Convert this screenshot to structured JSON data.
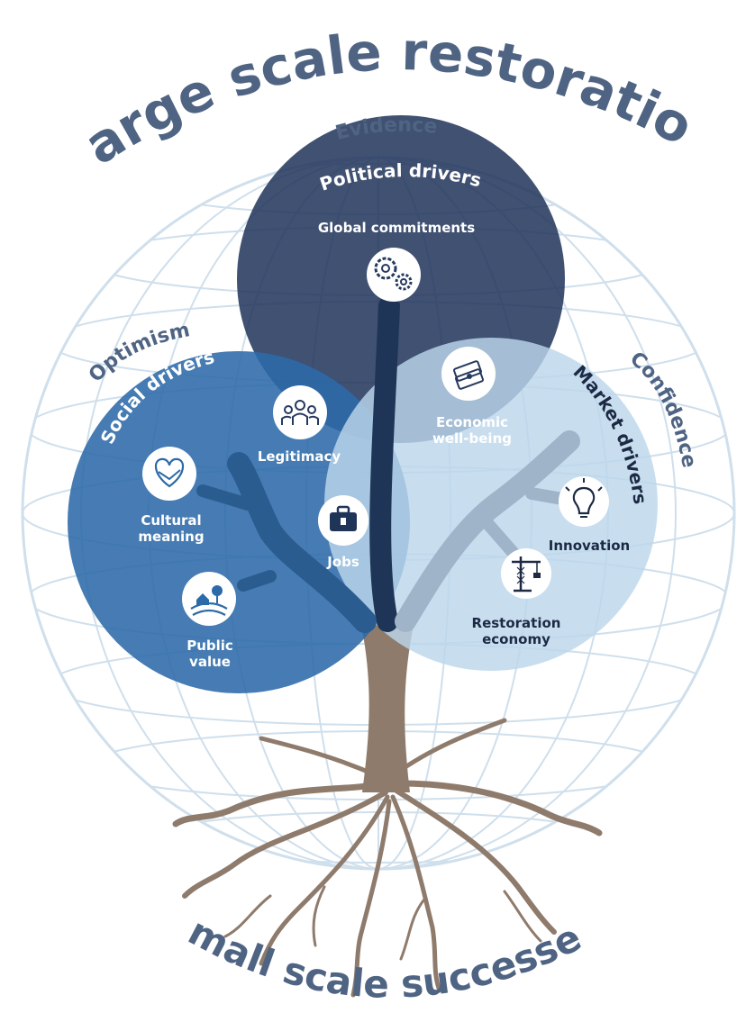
{
  "title_top": "Large scale restoration",
  "title_bottom": "Small scale successes",
  "qualities": {
    "top": "Evidence",
    "left": "Optimism",
    "right": "Confidence"
  },
  "circles": {
    "political": "Political drivers",
    "social": "Social drivers",
    "market": "Market drivers"
  },
  "nodes": {
    "global_commitments": "Global commitments",
    "legitimacy": "Legitimacy",
    "economic_line1": "Economic",
    "economic_line2": "well-being",
    "cultural_line1": "Cultural",
    "cultural_line2": "meaning",
    "jobs": "Jobs",
    "public_line1": "Public",
    "public_line2": "value",
    "innovation": "Innovation",
    "restoration_line1": "Restoration",
    "restoration_line2": "economy"
  },
  "icons": {
    "global_commitments": "gears-icon",
    "legitimacy": "people-icon",
    "economic_well_being": "money-stack-icon",
    "cultural_meaning": "handshake-heart-icon",
    "jobs": "briefcase-lock-icon",
    "public_value": "landscape-house-icon",
    "innovation": "lightbulb-icon",
    "restoration_economy": "crane-icon"
  },
  "colors": {
    "title": "#4f6483",
    "political": "#26395e",
    "social": "#2c6aa8",
    "market": "#b9d6ec",
    "trunk": "#8f7b6c",
    "globe_lines": "#cfdfec"
  }
}
